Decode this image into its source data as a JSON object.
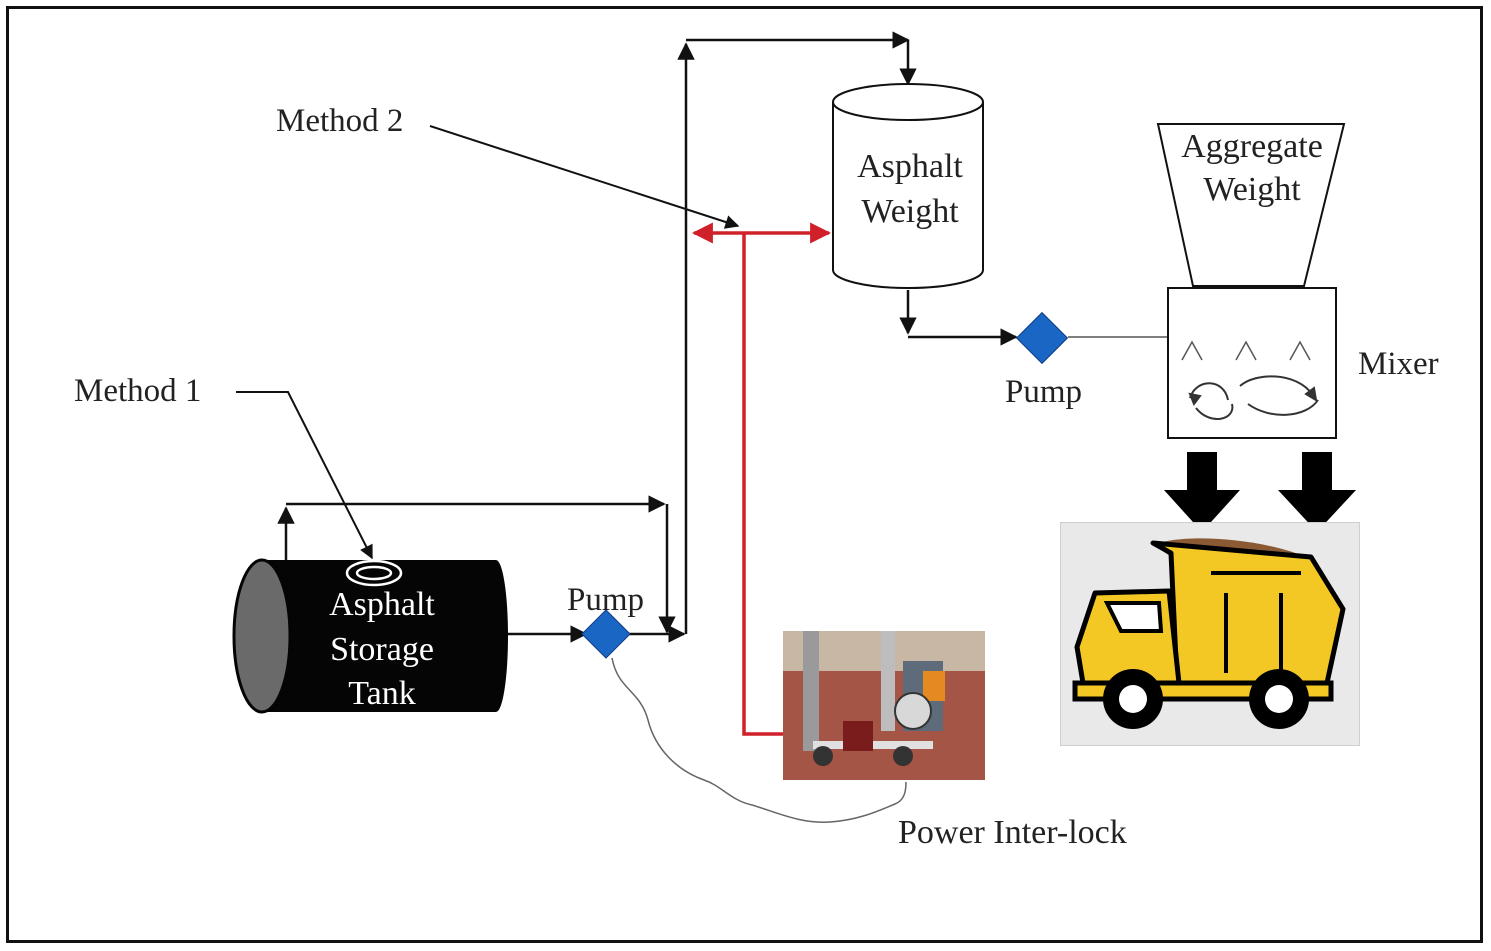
{
  "labels": {
    "method_1": "Method 1",
    "method_2": "Method 2",
    "asphalt_weight_line1": "Asphalt",
    "asphalt_weight_line2": "Weight",
    "aggregate_weight_line1": "Aggregate",
    "aggregate_weight_line2": "Weight",
    "mixer": "Mixer",
    "pump_upper": "Pump",
    "pump_lower": "Pump",
    "tank_line1": "Asphalt",
    "tank_line2": "Storage",
    "tank_line3": "Tank",
    "power_interlock": "Power Inter-lock"
  },
  "colors": {
    "line": "#111111",
    "red_pipe": "#d0202a",
    "pump": "#1a66c4",
    "tank": "#050505",
    "truck_yellow": "#f3c824",
    "soil": "#8a5a35"
  },
  "icons": [
    "pump-diamond-icon",
    "arrow-down-icon",
    "rotation-arrows-icon",
    "dump-truck-icon",
    "oval-opening-icon"
  ]
}
